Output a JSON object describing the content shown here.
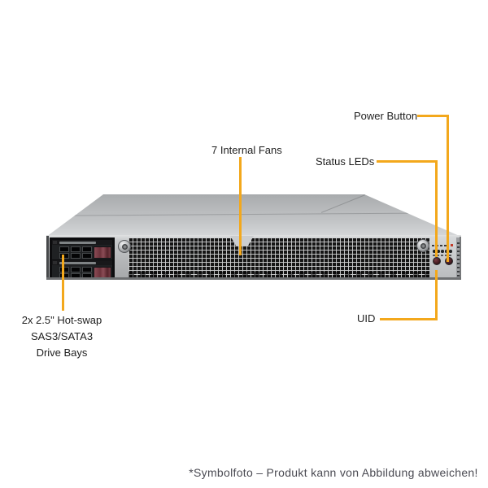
{
  "callouts": {
    "power_button": "Power Button",
    "status_leds": "Status LEDs",
    "internal_fans": "7 Internal Fans",
    "uid": "UID",
    "drive_bays": {
      "line1": "2x 2.5\" Hot-swap",
      "line2": "SAS3/SATA3",
      "line3": "Drive Bays"
    }
  },
  "footer": {
    "note": "*Symbolfoto – Produkt kann von Abbildung abweichen!"
  },
  "hardware": {
    "drive_bay_count": 2,
    "status_led_count": 5,
    "front_button_count": 2
  },
  "colors": {
    "callout_line": "#F3A81C",
    "label_text": "#1E1E1E",
    "footer_text": "#4A4A52",
    "drive_latch": "#7E434C",
    "chassis_gray": "#C1C3C5",
    "mesh_dark": "#151515"
  }
}
